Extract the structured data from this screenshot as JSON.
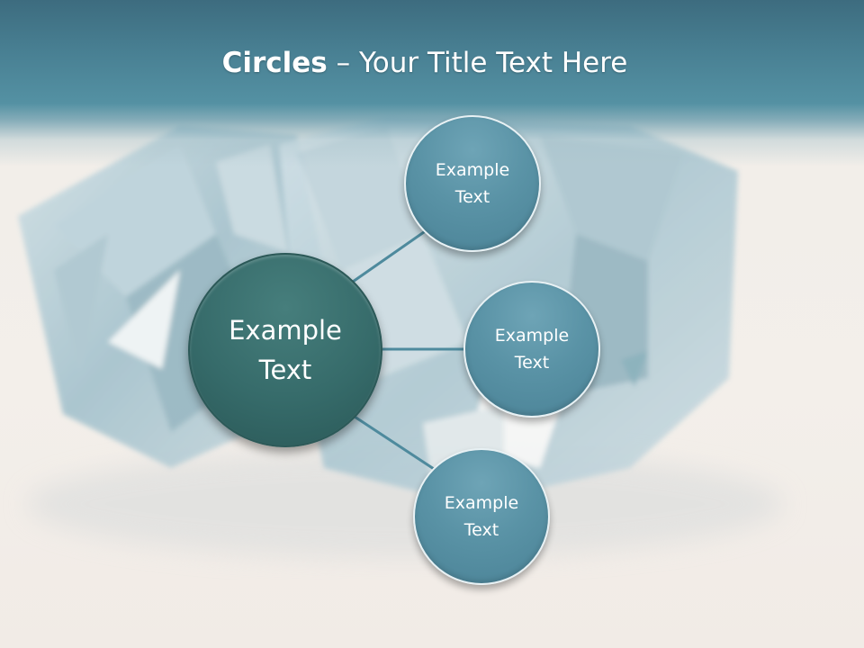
{
  "slide": {
    "title_bold": "Circles",
    "title_rest": " – Your Title Text Here"
  },
  "diagram": {
    "center_label": "Example\nText",
    "satellites": [
      {
        "label": "Example\nText"
      },
      {
        "label": "Example\nText"
      },
      {
        "label": "Example\nText"
      }
    ]
  },
  "colors": {
    "header": "#4a8193",
    "center_circle": "#366b6a",
    "satellite_circle": "#5a93a6",
    "connector": "#4e8a9d"
  }
}
